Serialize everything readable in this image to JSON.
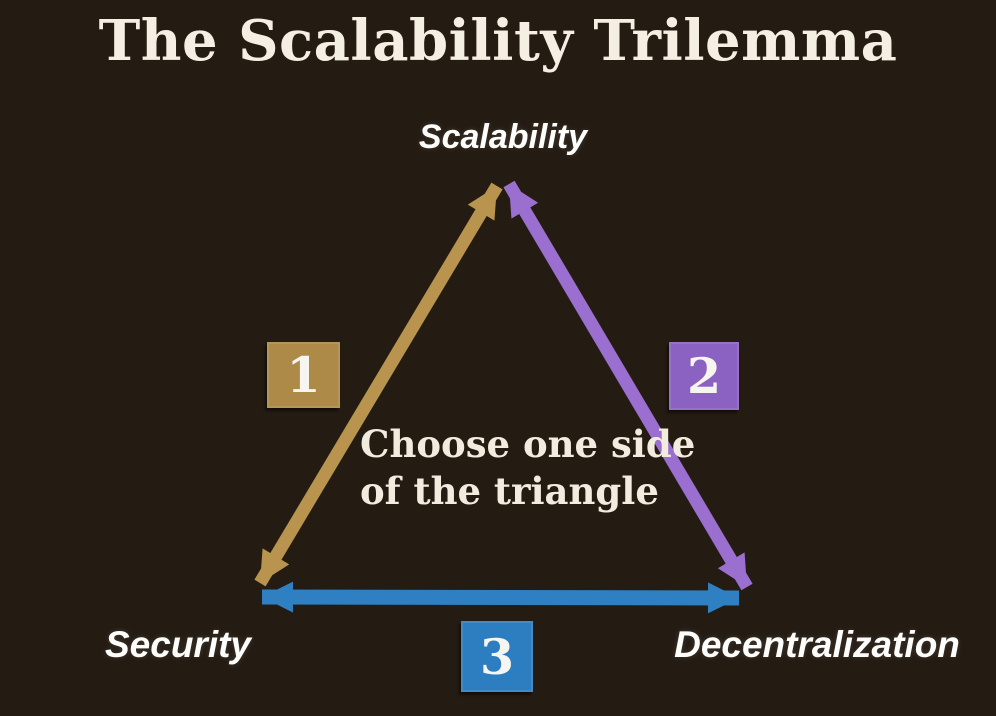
{
  "title": "The Scalability Trilemma",
  "colors": {
    "background": "#241b12",
    "title_text": "#f5efe3",
    "vertex_label_text": "#fdfdfc",
    "note_text": "#f2ecdf",
    "badge_number_text": "#f7f5ef"
  },
  "diagram": {
    "vertices": [
      {
        "id": "scalability",
        "label": "Scalability",
        "position": "top"
      },
      {
        "id": "security",
        "label": "Security",
        "position": "bottom-left"
      },
      {
        "id": "decentralization",
        "label": "Decentralization",
        "position": "bottom-right"
      }
    ],
    "edges": [
      {
        "number": "1",
        "connects": "security-scalability",
        "arrow_color": "#b9944f",
        "badge_color": "#ad8a48"
      },
      {
        "number": "2",
        "connects": "scalability-decentralization",
        "arrow_color": "#9a6fd0",
        "badge_color": "#8b62c1"
      },
      {
        "number": "3",
        "connects": "security-decentralization",
        "arrow_color": "#2e80c3",
        "badge_color": "#2d7ec0"
      }
    ],
    "center_note": {
      "line1": "Choose one side",
      "line2": "of the triangle"
    }
  }
}
